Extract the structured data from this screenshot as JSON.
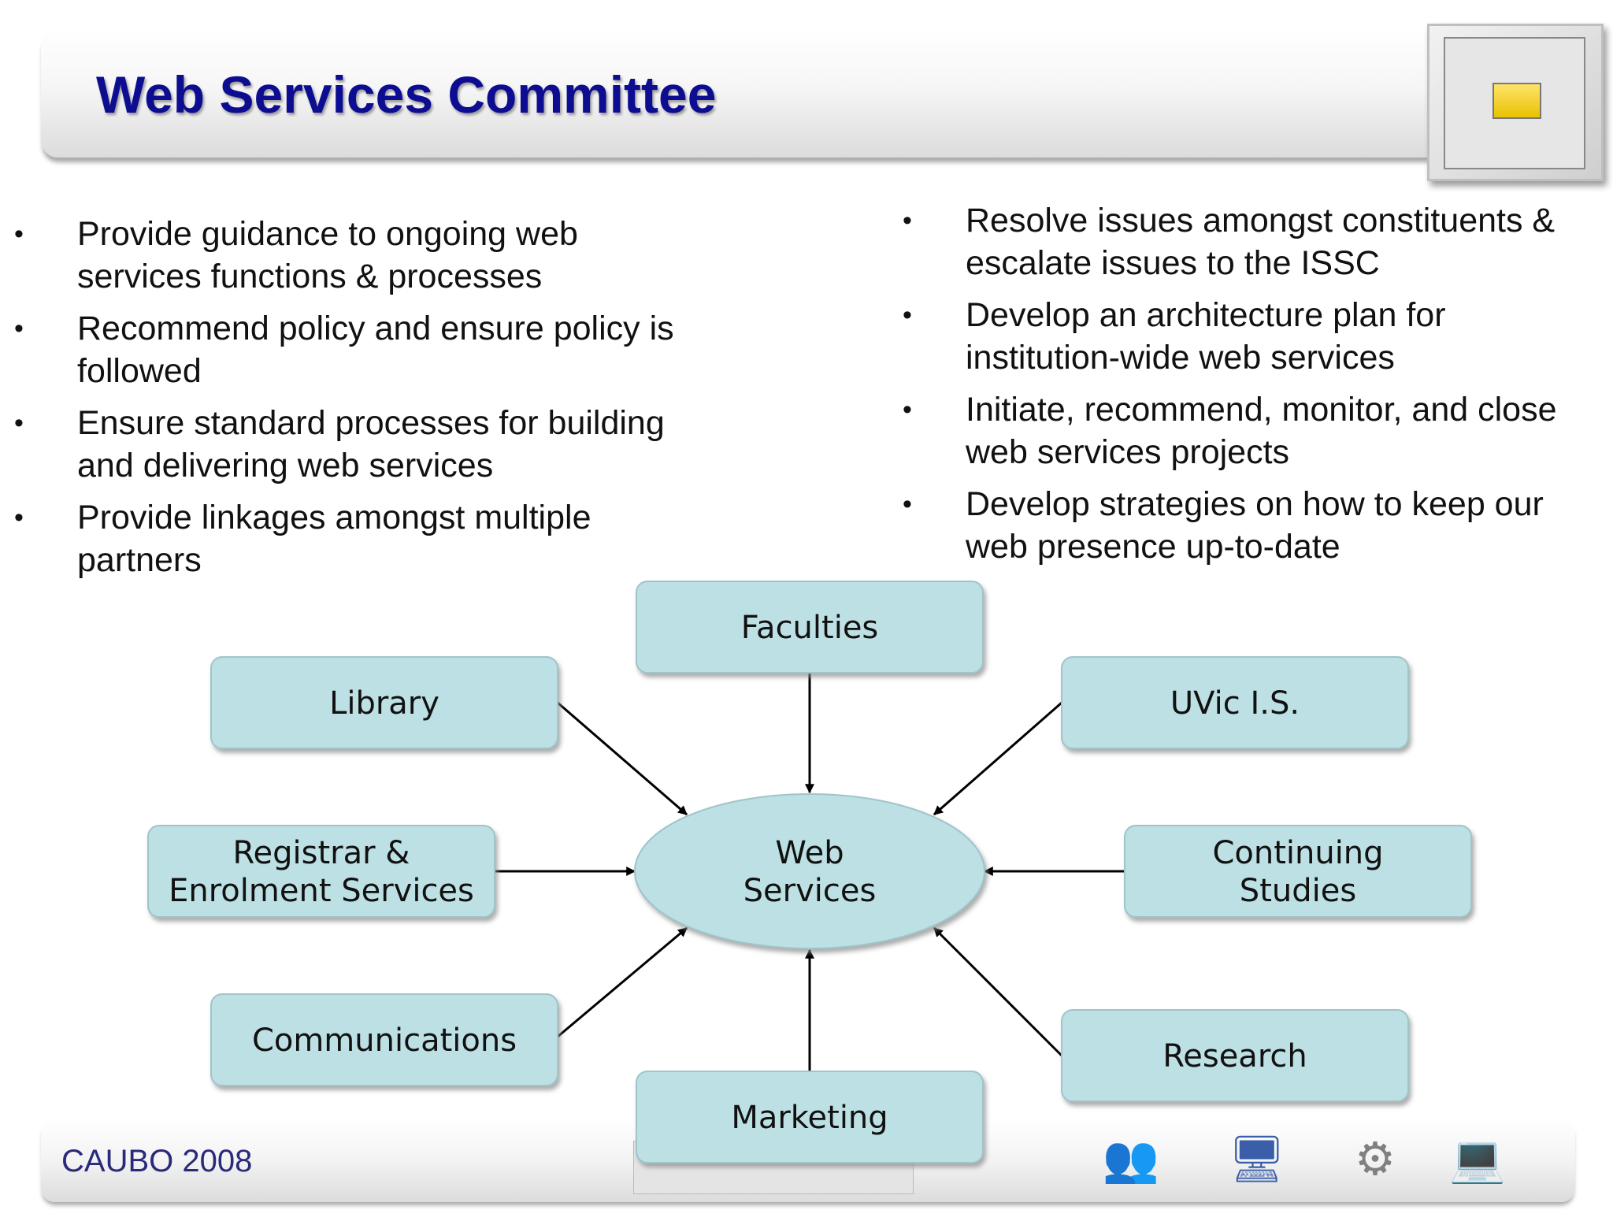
{
  "header": {
    "title": "Web Services Committee"
  },
  "bullets_left": [
    {
      "lines": [
        "Provide guidance to ongoing web",
        "services functions & processes"
      ]
    },
    {
      "lines": [
        "Recommend policy and ensure policy is",
        "followed"
      ]
    },
    {
      "lines": [
        "Ensure standard processes for building",
        "and delivering web services"
      ]
    },
    {
      "lines": [
        "Provide linkages amongst multiple",
        "partners"
      ]
    }
  ],
  "bullets_right": [
    {
      "lines": [
        "Resolve issues amongst constituents &",
        "escalate issues to the ISSC"
      ]
    },
    {
      "lines": [
        "Develop an architecture plan for",
        "institution-wide web services"
      ]
    },
    {
      "lines": [
        "Initiate, recommend, monitor, and close",
        "web services projects"
      ]
    },
    {
      "lines": [
        "Develop strategies on how to keep our",
        "web presence up-to-date"
      ]
    }
  ],
  "diagram": {
    "center": {
      "lines": [
        "Web",
        "Services"
      ]
    },
    "nodes": [
      {
        "id": "faculties",
        "lines": [
          "Faculties"
        ]
      },
      {
        "id": "library",
        "lines": [
          "Library"
        ]
      },
      {
        "id": "uvic-is",
        "lines": [
          "UVic I.S."
        ]
      },
      {
        "id": "registrar",
        "lines": [
          "Registrar &",
          "Enrolment Services"
        ]
      },
      {
        "id": "continuing-studies",
        "lines": [
          "Continuing",
          "Studies"
        ]
      },
      {
        "id": "communications",
        "lines": [
          "Communications"
        ]
      },
      {
        "id": "research",
        "lines": [
          "Research"
        ]
      },
      {
        "id": "marketing",
        "lines": [
          "Marketing"
        ]
      }
    ],
    "colors": {
      "box_fill": "#bde0e4",
      "box_stroke": "#9fc4c9",
      "arrow": "#000000"
    }
  },
  "footer": {
    "text": "CAUBO 2008",
    "icons": [
      "users-icon",
      "monitor-repair-icon",
      "gears-icon",
      "network-computer-icon"
    ]
  }
}
